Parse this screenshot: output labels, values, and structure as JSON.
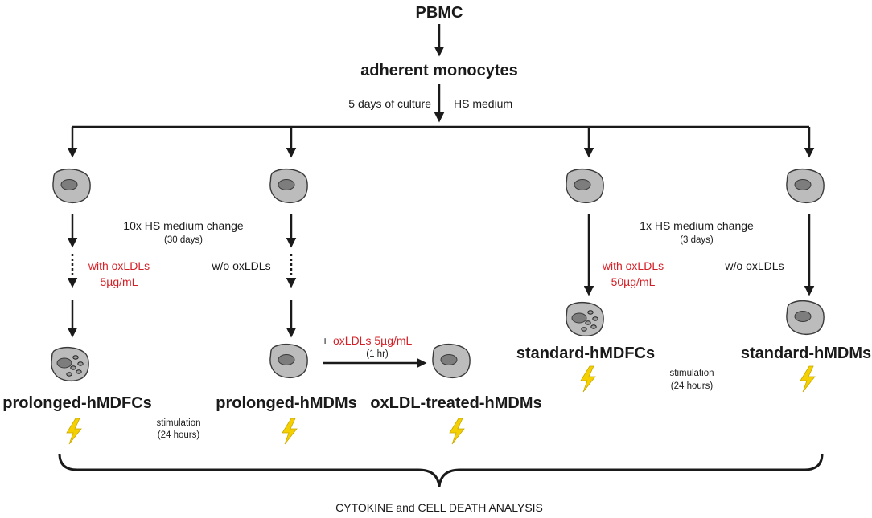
{
  "source": "PBMC",
  "adherent": "adherent monocytes",
  "culture_left": "5 days of culture",
  "culture_right": "HS medium",
  "left_group": {
    "medium_change": "10x HS medium change",
    "medium_change_duration": "(30 days)",
    "with_label": "with oxLDLs",
    "with_conc": "5µg/mL",
    "without_label": "w/o oxLDLs"
  },
  "right_group": {
    "medium_change": "1x HS medium change",
    "medium_change_duration": "(3 days)",
    "with_label": "with oxLDLs",
    "with_conc": "50µg/mL",
    "without_label": "w/o oxLDLs"
  },
  "treatment": {
    "plus": "+",
    "label": "oxLDLs 5µg/mL",
    "duration": "(1 hr)"
  },
  "outcomes": {
    "prolonged_hmdfcs": "prolonged-hMDFCs",
    "prolonged_hmdms": "prolonged-hMDMs",
    "oxldl_treated": "oxLDL-treated-hMDMs",
    "standard_hmdfcs": "standard-hMDFCs",
    "standard_hmdms": "standard-hMDMs"
  },
  "stimulation_left": {
    "label": "stimulation",
    "duration": "(24 hours)"
  },
  "stimulation_right": {
    "label": "stimulation",
    "duration": "(24 hours)"
  },
  "analysis": "CYTOKINE and CELL DEATH ANALYSIS",
  "colors": {
    "cell": "#bcbcbc",
    "nucleus": "#7d7d7d",
    "bolt": "#f5d000",
    "accent_red": "#d51f26"
  }
}
